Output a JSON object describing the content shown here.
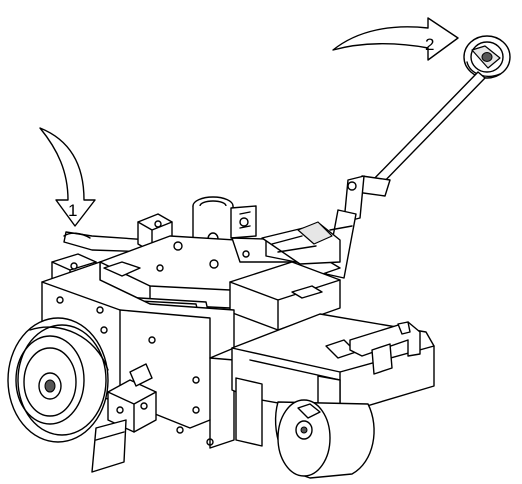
{
  "callouts": [
    {
      "id": "1",
      "label": "1"
    },
    {
      "id": "2",
      "label": "2"
    }
  ],
  "colors": {
    "line": "#000000",
    "fill": "#ffffff",
    "shade": "#e6e6e6"
  }
}
